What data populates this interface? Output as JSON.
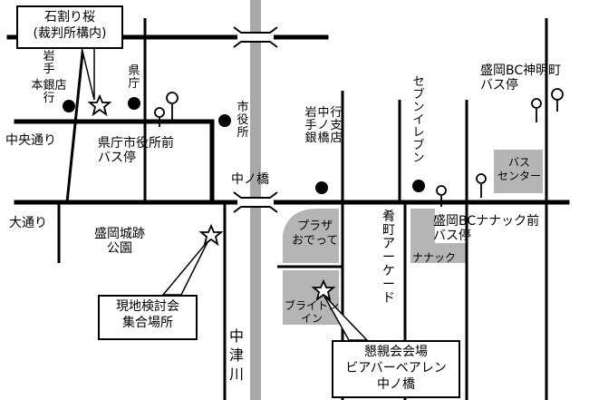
{
  "labels": {
    "callout_top": "石割り桜\n(裁判所構内)",
    "callout_meet": "現地検討会\n集合場所",
    "callout_venue": "懇親会会場\nビアバーベアレン\n中ノ橋",
    "chuo_dori": "中央通り",
    "odori": "大通り",
    "kencho_bus": "県庁市役所前\nバス停",
    "park": "盛岡城跡\n公園",
    "nakanohashi": "中ノ橋",
    "nakatsugawa": "中\n津\n川",
    "plaza": "プラザ\nおでって",
    "brighton": "ブライトン\nイン",
    "nanak_bus": "盛岡BCナナック前\nバス停",
    "nanak": "ナナック",
    "bus_center": "バス\nセンター",
    "shinmei_bus": "盛岡BC神明町\nバス停",
    "seven": "セブンイレブン",
    "iwate_bank_branch": "岩手銀行中ノ橋支店",
    "iwate_bank": "岩手銀行本店",
    "kencho": "県庁",
    "shiyakusho": "市役所",
    "sakana_arcade": "肴町アーケード"
  },
  "colors": {
    "road": "#000000",
    "river": "#a8a8a8",
    "building": "#b5b5b5"
  }
}
